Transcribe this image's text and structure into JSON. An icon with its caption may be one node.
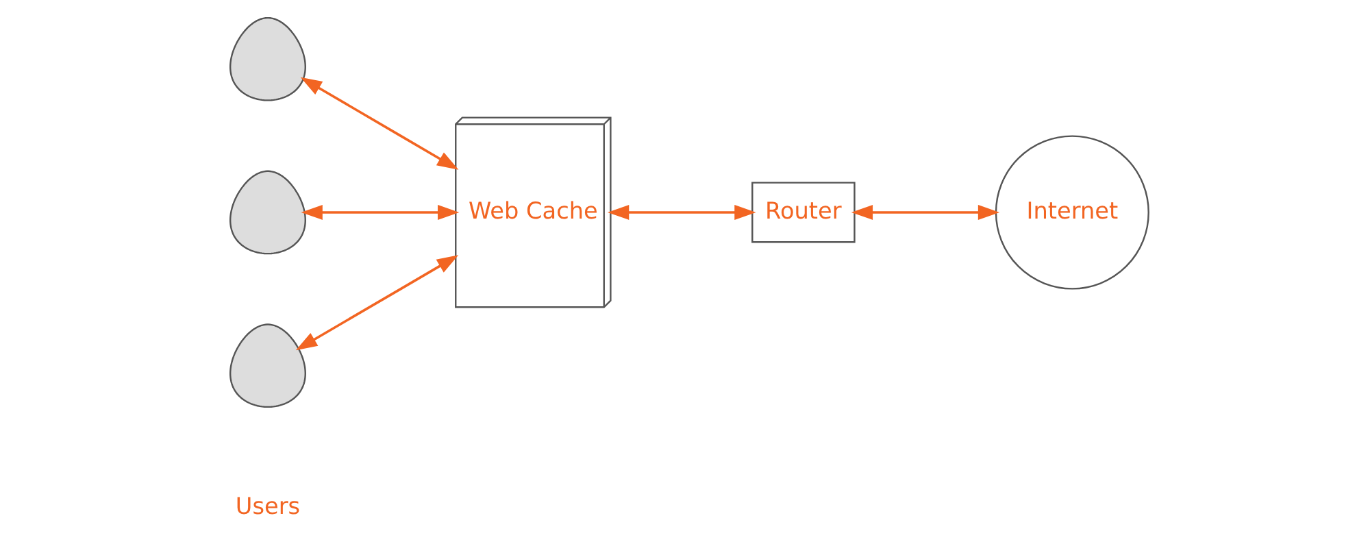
{
  "diagram": {
    "nodes": [
      {
        "text": [],
        "shape": "person"
      },
      {
        "text": [],
        "shape": "person"
      },
      {
        "text": [],
        "shape": "person"
      },
      {
        "text": [
          "Web Cache"
        ]
      },
      {
        "text": [
          "Router"
        ]
      },
      {
        "text": [
          "Internet"
        ]
      }
    ],
    "edges": [
      {
        "from": 0,
        "to": 3,
        "arrow": "both"
      },
      {
        "from": 1,
        "to": 3,
        "arrow": "both"
      },
      {
        "from": 2,
        "to": 3,
        "arrow": "both"
      },
      {
        "from": 3,
        "to": 4,
        "arrow": "both"
      },
      {
        "from": 4,
        "to": 5,
        "arrow": "both"
      }
    ],
    "labels": [
      "Users"
    ]
  }
}
